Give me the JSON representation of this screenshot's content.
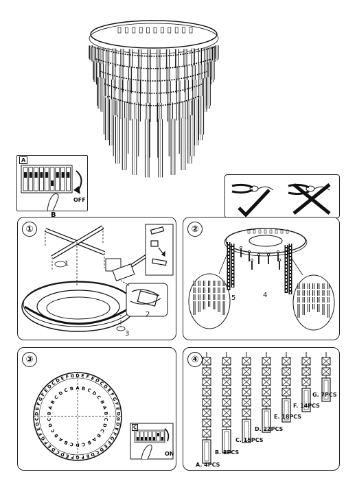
{
  "breaker_panel": {
    "tag": "A",
    "off_label": "OFF",
    "pointer_label": "B"
  },
  "step1": {
    "number": "①",
    "label_1": "1",
    "label_2": "2",
    "label_3": "3"
  },
  "step2": {
    "number": "②",
    "label_4": "4",
    "label_5": "5"
  },
  "step3": {
    "number": "③",
    "inset_tag": "C",
    "on_label": "ON",
    "ring_outer": "DEFEDCDEFGFEDGDEFGFEDCDEFGFEDCDEFGFEDCDEFGFEDCDEFG",
    "ring_inner": "ABCDCBABCDCBABCDCBABCDCBABCDCB"
  },
  "step4": {
    "number": "④",
    "strands": [
      {
        "label": "A. 4PCS"
      },
      {
        "label": "B. 8PCS"
      },
      {
        "label": "C. 15PCS"
      },
      {
        "label": "D. 22PCS"
      },
      {
        "label": "E. 18PCS"
      },
      {
        "label": "F. 14PCS"
      },
      {
        "label": "G. 7PCS"
      }
    ]
  }
}
